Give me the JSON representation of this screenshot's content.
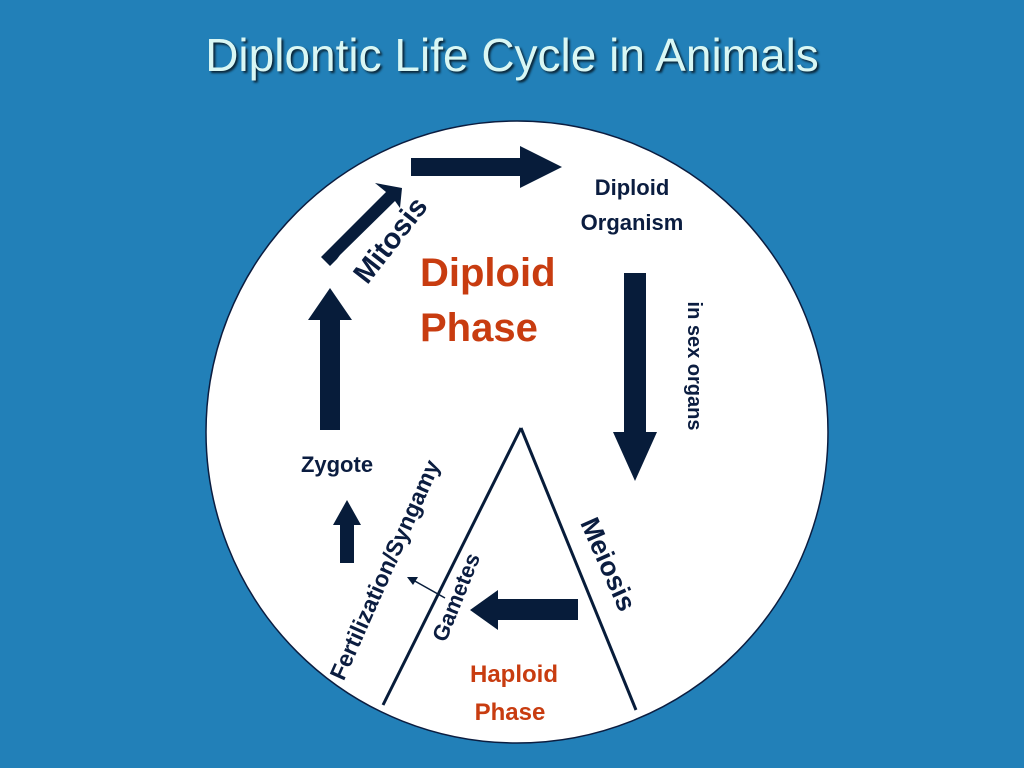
{
  "title": "Diplontic Life Cycle in Animals",
  "colors": {
    "background": "#2280b8",
    "title": "#d9f7f4",
    "circle": "#ffffff",
    "arrow": "#071c3a",
    "dark_text": "#0b1d40",
    "phase_text": "#c83c10"
  },
  "labels": {
    "diploid_organism_line1": "Diploid",
    "diploid_organism_line2": "Organism",
    "diploid_phase_line1": "Diploid",
    "diploid_phase_line2": "Phase",
    "mitosis": "Mitosis",
    "in_sex_organs": "in sex organs",
    "zygote": "Zygote",
    "fertilization": "Fertilization/Syngamy",
    "gametes": "Gametes",
    "meiosis": "Meiosis",
    "haploid_phase_line1": "Haploid",
    "haploid_phase_line2": "Phase"
  }
}
